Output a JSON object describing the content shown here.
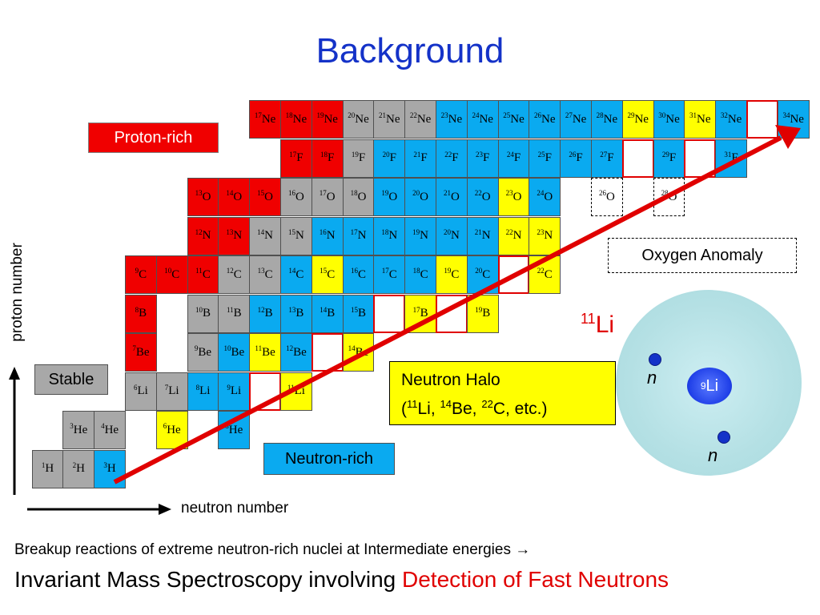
{
  "title": "Background",
  "cell_rows": [
    {
      "z": 10,
      "cells": [
        {
          "c": 4,
          "m": "17",
          "s": "Ne",
          "t": "red"
        },
        {
          "c": 5,
          "m": "18",
          "s": "Ne",
          "t": "red"
        },
        {
          "c": 6,
          "m": "19",
          "s": "Ne",
          "t": "red"
        },
        {
          "c": 7,
          "m": "20",
          "s": "Ne",
          "t": "gray"
        },
        {
          "c": 8,
          "m": "21",
          "s": "Ne",
          "t": "gray"
        },
        {
          "c": 9,
          "m": "22",
          "s": "Ne",
          "t": "gray"
        },
        {
          "c": 10,
          "m": "23",
          "s": "Ne",
          "t": "blue"
        },
        {
          "c": 11,
          "m": "24",
          "s": "Ne",
          "t": "blue"
        },
        {
          "c": 12,
          "m": "25",
          "s": "Ne",
          "t": "blue"
        },
        {
          "c": 13,
          "m": "26",
          "s": "Ne",
          "t": "blue"
        },
        {
          "c": 14,
          "m": "27",
          "s": "Ne",
          "t": "blue"
        },
        {
          "c": 15,
          "m": "28",
          "s": "Ne",
          "t": "blue"
        },
        {
          "c": 16,
          "m": "29",
          "s": "Ne",
          "t": "yellow"
        },
        {
          "c": 17,
          "m": "30",
          "s": "Ne",
          "t": "blue"
        },
        {
          "c": 18,
          "m": "31",
          "s": "Ne",
          "t": "yellow"
        },
        {
          "c": 19,
          "m": "32",
          "s": "Ne",
          "t": "blue"
        },
        {
          "c": 20,
          "m": "",
          "s": "",
          "t": "empty"
        },
        {
          "c": 21,
          "m": "34",
          "s": "Ne",
          "t": "blue"
        }
      ]
    },
    {
      "z": 9,
      "cells": [
        {
          "c": 5,
          "m": "17",
          "s": "F",
          "t": "red"
        },
        {
          "c": 6,
          "m": "18",
          "s": "F",
          "t": "red"
        },
        {
          "c": 7,
          "m": "19",
          "s": "F",
          "t": "gray"
        },
        {
          "c": 8,
          "m": "20",
          "s": "F",
          "t": "blue"
        },
        {
          "c": 9,
          "m": "21",
          "s": "F",
          "t": "blue"
        },
        {
          "c": 10,
          "m": "22",
          "s": "F",
          "t": "blue"
        },
        {
          "c": 11,
          "m": "23",
          "s": "F",
          "t": "blue"
        },
        {
          "c": 12,
          "m": "24",
          "s": "F",
          "t": "blue"
        },
        {
          "c": 13,
          "m": "25",
          "s": "F",
          "t": "blue"
        },
        {
          "c": 14,
          "m": "26",
          "s": "F",
          "t": "blue"
        },
        {
          "c": 15,
          "m": "27",
          "s": "F",
          "t": "blue"
        },
        {
          "c": 16,
          "m": "",
          "s": "",
          "t": "empty"
        },
        {
          "c": 17,
          "m": "29",
          "s": "F",
          "t": "blue"
        },
        {
          "c": 18,
          "m": "",
          "s": "",
          "t": "empty"
        },
        {
          "c": 19,
          "m": "31",
          "s": "F",
          "t": "blue"
        }
      ]
    },
    {
      "z": 8,
      "cells": [
        {
          "c": 2,
          "m": "13",
          "s": "O",
          "t": "red"
        },
        {
          "c": 3,
          "m": "14",
          "s": "O",
          "t": "red"
        },
        {
          "c": 4,
          "m": "15",
          "s": "O",
          "t": "red"
        },
        {
          "c": 5,
          "m": "16",
          "s": "O",
          "t": "gray"
        },
        {
          "c": 6,
          "m": "17",
          "s": "O",
          "t": "gray"
        },
        {
          "c": 7,
          "m": "18",
          "s": "O",
          "t": "gray"
        },
        {
          "c": 8,
          "m": "19",
          "s": "O",
          "t": "blue"
        },
        {
          "c": 9,
          "m": "20",
          "s": "O",
          "t": "blue"
        },
        {
          "c": 10,
          "m": "21",
          "s": "O",
          "t": "blue"
        },
        {
          "c": 11,
          "m": "22",
          "s": "O",
          "t": "blue"
        },
        {
          "c": 12,
          "m": "23",
          "s": "O",
          "t": "yellow"
        },
        {
          "c": 13,
          "m": "24",
          "s": "O",
          "t": "blue"
        },
        {
          "c": 15,
          "m": "26",
          "s": "O",
          "t": "dashed"
        },
        {
          "c": 17,
          "m": "28",
          "s": "O",
          "t": "dashed"
        }
      ]
    },
    {
      "z": 7,
      "cells": [
        {
          "c": 2,
          "m": "12",
          "s": "N",
          "t": "red"
        },
        {
          "c": 3,
          "m": "13",
          "s": "N",
          "t": "red"
        },
        {
          "c": 4,
          "m": "14",
          "s": "N",
          "t": "gray"
        },
        {
          "c": 5,
          "m": "15",
          "s": "N",
          "t": "gray"
        },
        {
          "c": 6,
          "m": "16",
          "s": "N",
          "t": "blue"
        },
        {
          "c": 7,
          "m": "17",
          "s": "N",
          "t": "blue"
        },
        {
          "c": 8,
          "m": "18",
          "s": "N",
          "t": "blue"
        },
        {
          "c": 9,
          "m": "19",
          "s": "N",
          "t": "blue"
        },
        {
          "c": 10,
          "m": "20",
          "s": "N",
          "t": "blue"
        },
        {
          "c": 11,
          "m": "21",
          "s": "N",
          "t": "blue"
        },
        {
          "c": 12,
          "m": "22",
          "s": "N",
          "t": "yellow"
        },
        {
          "c": 13,
          "m": "23",
          "s": "N",
          "t": "yellow"
        }
      ]
    },
    {
      "z": 6,
      "cells": [
        {
          "c": 0,
          "m": "9",
          "s": "C",
          "t": "red"
        },
        {
          "c": 1,
          "m": "10",
          "s": "C",
          "t": "red"
        },
        {
          "c": 2,
          "m": "11",
          "s": "C",
          "t": "red"
        },
        {
          "c": 3,
          "m": "12",
          "s": "C",
          "t": "gray"
        },
        {
          "c": 4,
          "m": "13",
          "s": "C",
          "t": "gray"
        },
        {
          "c": 5,
          "m": "14",
          "s": "C",
          "t": "blue"
        },
        {
          "c": 6,
          "m": "15",
          "s": "C",
          "t": "yellow"
        },
        {
          "c": 7,
          "m": "16",
          "s": "C",
          "t": "blue"
        },
        {
          "c": 8,
          "m": "17",
          "s": "C",
          "t": "blue"
        },
        {
          "c": 9,
          "m": "18",
          "s": "C",
          "t": "blue"
        },
        {
          "c": 10,
          "m": "19",
          "s": "C",
          "t": "yellow"
        },
        {
          "c": 11,
          "m": "20",
          "s": "C",
          "t": "blue"
        },
        {
          "c": 12,
          "m": "",
          "s": "",
          "t": "empty"
        },
        {
          "c": 13,
          "m": "22",
          "s": "C",
          "t": "yellow"
        }
      ]
    },
    {
      "z": 5,
      "cells": [
        {
          "c": 0,
          "m": "8",
          "s": "B",
          "t": "red"
        },
        {
          "c": 2,
          "m": "10",
          "s": "B",
          "t": "gray"
        },
        {
          "c": 3,
          "m": "11",
          "s": "B",
          "t": "gray"
        },
        {
          "c": 4,
          "m": "12",
          "s": "B",
          "t": "blue"
        },
        {
          "c": 5,
          "m": "13",
          "s": "B",
          "t": "blue"
        },
        {
          "c": 6,
          "m": "14",
          "s": "B",
          "t": "blue"
        },
        {
          "c": 7,
          "m": "15",
          "s": "B",
          "t": "blue"
        },
        {
          "c": 8,
          "m": "",
          "s": "",
          "t": "empty"
        },
        {
          "c": 9,
          "m": "17",
          "s": "B",
          "t": "yellow"
        },
        {
          "c": 10,
          "m": "",
          "s": "",
          "t": "empty"
        },
        {
          "c": 11,
          "m": "19",
          "s": "B",
          "t": "yellow"
        }
      ]
    },
    {
      "z": 4,
      "cells": [
        {
          "c": 0,
          "m": "7",
          "s": "Be",
          "t": "red"
        },
        {
          "c": 2,
          "m": "9",
          "s": "Be",
          "t": "gray"
        },
        {
          "c": 3,
          "m": "10",
          "s": "Be",
          "t": "blue"
        },
        {
          "c": 4,
          "m": "11",
          "s": "Be",
          "t": "yellow"
        },
        {
          "c": 5,
          "m": "12",
          "s": "Be",
          "t": "blue"
        },
        {
          "c": 6,
          "m": "",
          "s": "",
          "t": "empty"
        },
        {
          "c": 7,
          "m": "14",
          "s": "Be",
          "t": "yellow"
        }
      ]
    },
    {
      "z": 3,
      "cells": [
        {
          "c": 0,
          "m": "6",
          "s": "Li",
          "t": "gray"
        },
        {
          "c": 1,
          "m": "7",
          "s": "Li",
          "t": "gray"
        },
        {
          "c": 2,
          "m": "8",
          "s": "Li",
          "t": "blue"
        },
        {
          "c": 3,
          "m": "9",
          "s": "Li",
          "t": "blue"
        },
        {
          "c": 4,
          "m": "",
          "s": "",
          "t": "empty"
        },
        {
          "c": 5,
          "m": "11",
          "s": "Li",
          "t": "yellow"
        }
      ]
    },
    {
      "z": 2,
      "cells": [
        {
          "c": -2,
          "m": "3",
          "s": "He",
          "t": "gray"
        },
        {
          "c": -1,
          "m": "4",
          "s": "He",
          "t": "gray"
        },
        {
          "c": 1,
          "m": "6",
          "s": "He",
          "t": "yellow"
        },
        {
          "c": 3,
          "m": "8",
          "s": "He",
          "t": "blue"
        }
      ]
    },
    {
      "z": 1,
      "cells": [
        {
          "c": -3,
          "m": "1",
          "s": "H",
          "t": "gray"
        },
        {
          "c": -2,
          "m": "2",
          "s": "H",
          "t": "gray"
        },
        {
          "c": -1,
          "m": "3",
          "s": "H",
          "t": "blue"
        }
      ]
    }
  ],
  "labels": {
    "proton_rich": "Proton-rich",
    "stable": "Stable",
    "neutron_rich": "Neutron-rich",
    "oxygen_anomaly": "Oxygen Anomaly",
    "halo_line1": "Neutron Halo",
    "halo_line2_open": "(",
    "halo_li_mass": "11",
    "halo_li_sym": "Li, ",
    "halo_be_mass": "14",
    "halo_be_sym": "Be, ",
    "halo_c_mass": "22",
    "halo_c_sym": "C, etc.)",
    "y_axis": "proton number",
    "x_axis": "neutron number"
  },
  "atom": {
    "title_mass": "11",
    "title_sym": "Li",
    "core_mass": "9",
    "core_sym": "Li",
    "neutron_label": "n"
  },
  "footer": {
    "line1": "Breakup reactions of extreme neutron-rich nuclei at Intermediate energies →",
    "line2_plain": "Invariant Mass Spectroscopy involving ",
    "line2_highlight": "Detection of Fast Neutrons"
  },
  "colors": {
    "proton_rich": "#f00000",
    "stable": "#a8a8a8",
    "neutron_rich": "#0aaaf0",
    "halo": "#ffff00",
    "title": "#1432c8",
    "dripline_arrow": "#e00000"
  }
}
